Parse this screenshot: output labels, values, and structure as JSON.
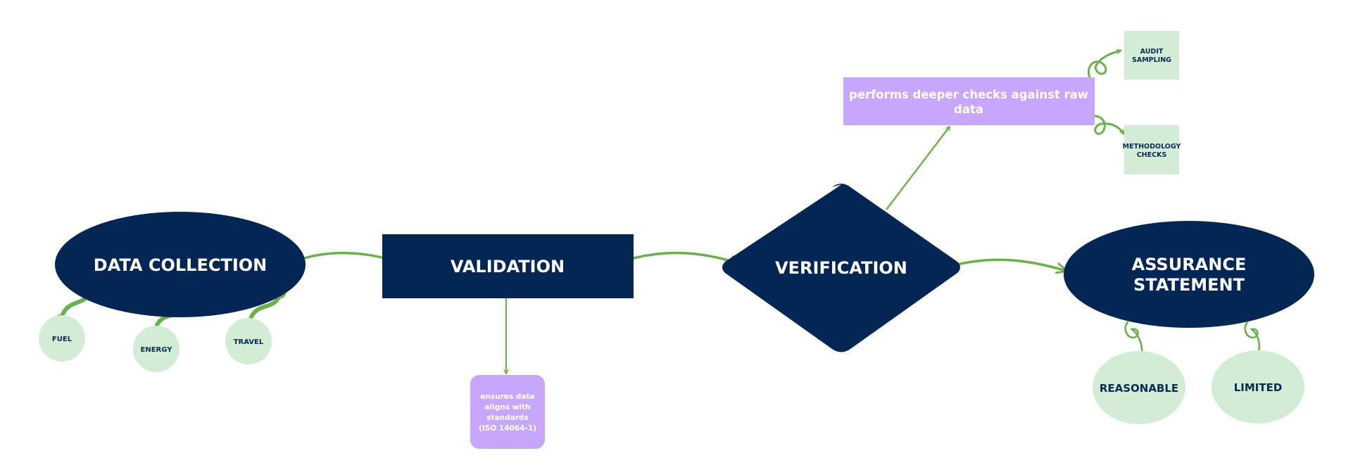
{
  "colors": {
    "navy": "#032654",
    "connector_green": "#6ab04c",
    "pale_green": "#d2ecd6",
    "lavender": "#c7a7fb",
    "white": "#ffffff",
    "dark_text": "#0b2a52"
  },
  "nodes": {
    "data_collection": {
      "label": "DATA COLLECTION"
    },
    "validation": {
      "label": "VALIDATION"
    },
    "verification": {
      "label": "VERIFICATION"
    },
    "assurance_statement": {
      "line1": "ASSURANCE",
      "line2": "STATEMENT"
    }
  },
  "sources": {
    "fuel": "FUEL",
    "energy": "ENERGY",
    "travel": "TRAVEL"
  },
  "notes": {
    "validation": [
      "ensures data",
      "aligns with",
      "standards",
      "(ISO 14064-1)"
    ],
    "verification": [
      "performs deeper checks against raw",
      "data"
    ]
  },
  "checks": {
    "audit_sampling": [
      "AUDIT",
      "SAMPLING"
    ],
    "methodology_checks": [
      "METHODOLOGY",
      "CHECKS"
    ]
  },
  "assurance_levels": {
    "reasonable": "REASONABLE",
    "limited": "LIMITED"
  }
}
